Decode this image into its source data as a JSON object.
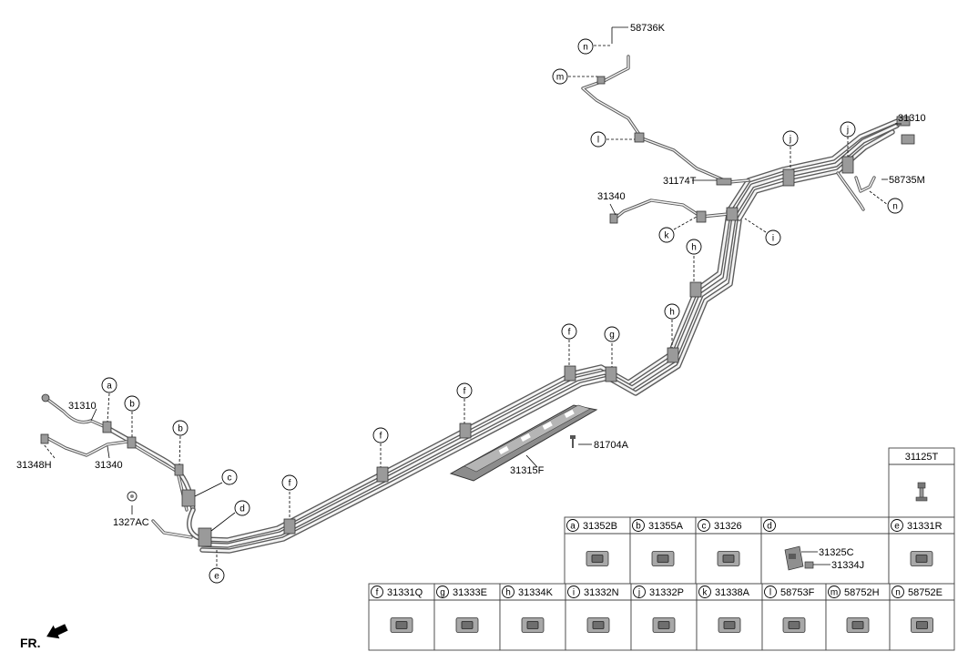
{
  "labels": {
    "p58736K": "58736K",
    "p31310_right": "31310",
    "p58735M": "58735M",
    "p31174T": "31174T",
    "p31340_right": "31340",
    "p81704A": "81704A",
    "p31315F": "31315F",
    "p31310_left": "31310",
    "p31348H": "31348H",
    "p31340_left": "31340",
    "p1327AC": "1327AC",
    "p31125T": "31125T",
    "p31325C": "31325C",
    "p31334J": "31334J",
    "fr": "FR."
  },
  "callouts": {
    "a": "a",
    "b": "b",
    "c": "c",
    "d": "d",
    "e": "e",
    "f": "f",
    "g": "g",
    "h": "h",
    "i": "i",
    "j": "j",
    "k": "k",
    "l": "l",
    "m": "m",
    "n": "n"
  },
  "parts_table": [
    {
      "letter": "a",
      "part": "31352B"
    },
    {
      "letter": "b",
      "part": "31355A"
    },
    {
      "letter": "c",
      "part": "31326"
    },
    {
      "letter": "d",
      "part": ""
    },
    {
      "letter": "e",
      "part": "31331R"
    },
    {
      "letter": "f",
      "part": "31331Q"
    },
    {
      "letter": "g",
      "part": "31333E"
    },
    {
      "letter": "h",
      "part": "31334K"
    },
    {
      "letter": "i",
      "part": "31332N"
    },
    {
      "letter": "j",
      "part": "31332P"
    },
    {
      "letter": "k",
      "part": "31338A"
    },
    {
      "letter": "l",
      "part": "58753F"
    },
    {
      "letter": "m",
      "part": "58752H"
    },
    {
      "letter": "n",
      "part": "58752E"
    }
  ]
}
